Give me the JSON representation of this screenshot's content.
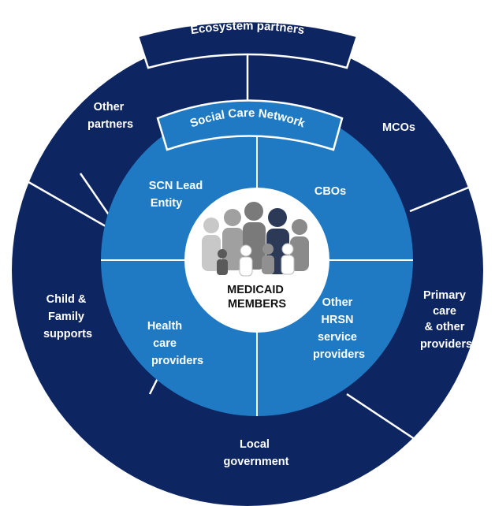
{
  "colors": {
    "outer_ring": "#0d2560",
    "inner_circle": "#1f7ac3",
    "center": "#ffffff",
    "divider": "#ffffff",
    "people_dark": "#2c3a57",
    "people_mid": "#808080",
    "people_light": "#b8b8b8"
  },
  "banners": {
    "ecosystem": "Ecosystem partners",
    "social": "Social Care Network"
  },
  "outer_segments": {
    "other_partners": [
      "Other",
      "partners"
    ],
    "mcos": [
      "MCOs"
    ],
    "primary_care": [
      "Primary",
      "care",
      "& other",
      "providers"
    ],
    "local_government": [
      "Local",
      "government"
    ],
    "child_family": [
      "Child &",
      "Family",
      "supports"
    ]
  },
  "inner_segments": {
    "scn_lead": [
      "SCN Lead",
      "Entity"
    ],
    "cbos": [
      "CBOs"
    ],
    "health_care": [
      "Health",
      "care",
      "providers"
    ],
    "other_hrsn": [
      "Other",
      "HRSN",
      "service",
      "providers"
    ]
  },
  "center": [
    "MEDICAID",
    "MEMBERS"
  ],
  "people_icon": "people-group-icon"
}
